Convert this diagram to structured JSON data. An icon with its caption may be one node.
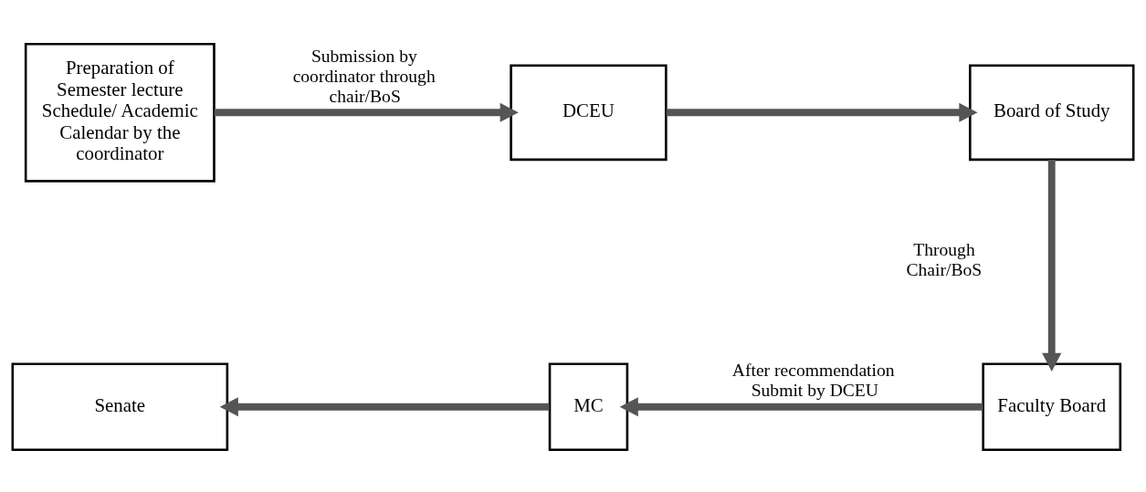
{
  "diagram": {
    "nodes": [
      {
        "text": [
          "Preparation of Semester lecture Schedule/ Academic Calendar by the coordinator"
        ]
      },
      {
        "text": [
          "DCEU"
        ]
      },
      {
        "text": [
          "Board of Study"
        ]
      },
      {
        "text": [
          "Faculty Board"
        ]
      },
      {
        "text": [
          "MC"
        ]
      },
      {
        "text": [
          "Senate"
        ]
      }
    ],
    "edges": [
      {
        "from": 0,
        "to": 1,
        "arrow": "to",
        "label": "Submission by coordinator through chair/BoS"
      },
      {
        "from": 1,
        "to": 2,
        "arrow": "to"
      },
      {
        "from": 2,
        "to": 3,
        "arrow": "to",
        "label": "Through Chair/BoS"
      },
      {
        "from": 3,
        "to": 4,
        "arrow": "to",
        "label": "After recommendation Submit by DCEU"
      },
      {
        "from": 4,
        "to": 5,
        "arrow": "to"
      }
    ]
  }
}
